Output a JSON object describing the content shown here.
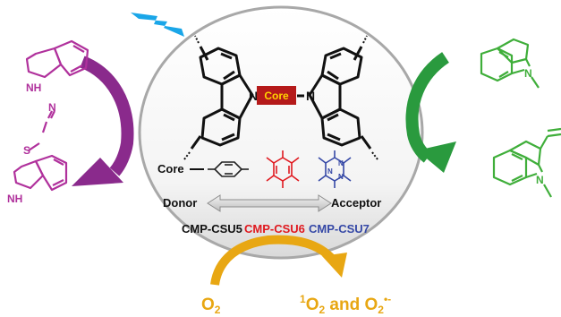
{
  "core_box_label": "Core",
  "core_row_label": "Core",
  "donor_label": "Donor",
  "acceptor_label": "Acceptor",
  "polymers": {
    "csu5": "CMP-CSU5",
    "csu6": "CMP-CSU6",
    "csu7": "CMP-CSU7"
  },
  "oxygen": {
    "input": "O",
    "input_sub": "2",
    "output_singlet_sup": "1",
    "output_singlet": "O",
    "output_singlet_sub": "2",
    "output_and": " and O",
    "output_superoxide_sub": "2",
    "output_superoxide_sup": "•-"
  },
  "colors": {
    "purple": "#8a2a8c",
    "magenta": "#b0319c",
    "green": "#2a9a3e",
    "light_green": "#3fae3a",
    "red": "#e0191f",
    "blue": "#3548a6",
    "gold": "#e8a713",
    "core_box": "#b51a1a",
    "core_text": "#ffd400",
    "lightning": "#1aa6e8"
  },
  "icons": [
    "lightning-bolt-icon"
  ]
}
